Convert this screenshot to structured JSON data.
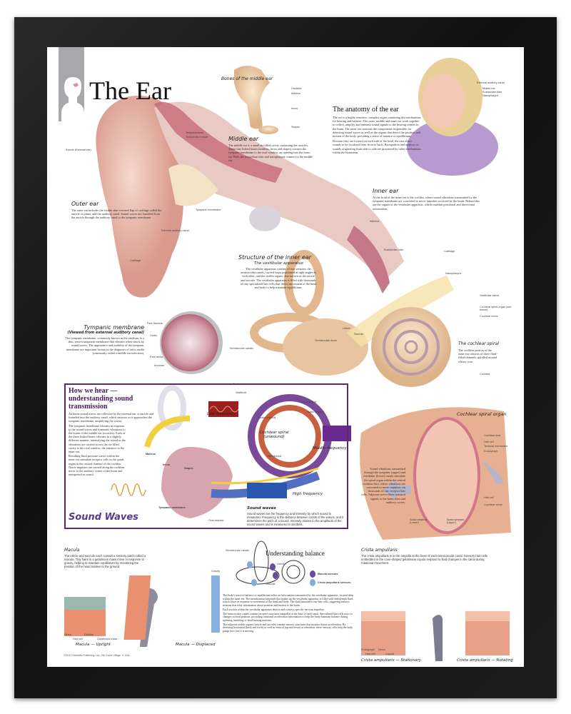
{
  "title": "The Ear",
  "bones": {
    "heading": "Bones of the middle ear",
    "labels": [
      "Ossicles",
      "Malleus",
      "Incus",
      "Stapes"
    ]
  },
  "middle_ear": {
    "heading": "Middle ear",
    "text": "The middle ear is a small air-filled cavity containing the ossicles. These tiny linked bones (malleus, incus and stapes) connect the tympanic membrane to the oval window, an opening into the inner ear. Both the eustachian tube and nasopharynx connect to the middle ear."
  },
  "anatomy": {
    "heading": "The anatomy of the ear",
    "text1": "The ear is a highly sensitive, complex organ containing the mechanisms for hearing and balance. The outer, middle and inner ear work together to collect, amplify and transmit sound signals to the hearing centers in the brain. The inner ear contains the components responsible for detecting sound waves as well as the organs that detect the position and motion of the body, providing a sense of balance or equilibrium.",
    "text2": "Because they are located on each side of the head, the ears allow sounds to be localized from front to back. Recognition and analysis of sounds originating from side to side are processed by other mechanisms within the brainstem.",
    "labels": [
      "External auditory canal",
      "Middle ear",
      "Eustachian tube",
      "Nasopharynx"
    ]
  },
  "ear_labels": {
    "temporal_bone": "Temporal bone",
    "temporal_muscle": "Temporalis muscle",
    "auricle": "Auricle (External ear)",
    "ext_canal": "External auditory canal",
    "tympanic": "Tympanic membrane",
    "cartilage": "Cartilage",
    "cartilage2": "Cartilage",
    "nasopharynx": "Nasopharynx",
    "eustachian": "Eustachian tube",
    "isthmus": "Isthmus"
  },
  "outer_ear": {
    "heading": "Outer ear",
    "text": "The outer ear includes the visible skin-covered flap of cartilage called the auricle or pinna, and the auditory canal. Sound waves are funneled from the auricle through the auditory canal to the tympanic membrane."
  },
  "inner_ear": {
    "heading": "Inner ear",
    "text": "At the front of the inner ear is the cochlea, where sound vibrations transmitted by the tympanic membrane are converted to nerve impulses received by the brain. Behind this are the organs of the vestibular apparatus, which transmit positional and directional information."
  },
  "structure": {
    "heading": "Structure of the inner ear",
    "subheading": "The vestibular apparatus",
    "text": "The vestibular apparatus consists of two sections: the semicircular canals, curved loops positioned at right angles to each other, and the otolith organs, also known as the utricle and saccule. The vestibular apparatus is filled with thousands of tiny specialized hair cells that detect movement of the head and body to help maintain equilibrium.",
    "labels": [
      "Semicircular ducts",
      "Utricle",
      "Saccule",
      "Semicircular canals",
      "Oval window",
      "Vestibule",
      "Vestibular nerve",
      "Cochlear spiral organ (see below)",
      "Cochlear nerve",
      "Cochlea"
    ]
  },
  "cochlear_spiral": {
    "heading": "The cochlear spiral",
    "text": "The cochlear portion of the inner ear consists of three fluid-filled channels spiralled around a bony core."
  },
  "tympanic": {
    "heading": "Tympanic membrane",
    "subheading": "(Viewed from external auditory canal)",
    "text": "The tympanic membrane, commonly known as the eardrum, is a thin, semi-transparent membrane that vibrates when struck by sound waves. The appearance and mobility of the tympanic membrane are important factors in the diagnosis of otitis media (commonly called a middle ear infection).",
    "labels": [
      "Pars flaccida",
      "Umbo",
      "Pars tensa",
      "Annulus"
    ]
  },
  "how_we_hear": {
    "heading": "How we hear — understanding sound transmission",
    "p1": "Airborne sound waves are collected by the external ear or auricle and funneled into the auditory canal, which narrows as it approaches the tympanic membrane, amplifying the waves.",
    "p2": "The tympanic membrane vibrates in response to the sound waves and transmits vibrations to the bones of the middle ear (ossicles). Each of the three linked bones vibrates in a slightly different manner, intensifying the sound as the vibrations are carried across the air-filled cavity to the oval window, the entrance to the inner ear.",
    "p3": "Resulting fluid pressure waves within the inner ear stimulate receptor cells in the spiral organ in the central channel of the cochlea. Nerve impulses are carried along the cochlear nerve to the auditory center of the brain and interpreted as sound.",
    "sound_waves": "Sound Waves",
    "labels": [
      "Malleus",
      "Incus",
      "Stapes",
      "Tympanic membrane",
      "Oval window",
      "Cochlear duct",
      "Scala tympani",
      "Scala vestibuli",
      "Helicotrema"
    ],
    "low": "Low frequency",
    "middle": "Middle frequency",
    "high": "High frequency",
    "cochlear": "Cochlear spiral (unwound)",
    "sw_heading": "Sound waves",
    "sw_text": "Sound waves are the frequency and intensity by which sound is measured. Frequency is the distance between crests of the waves, and it determines the pitch of a sound. Intensity relates to the amplitude of the sound waves and is measured in decibels."
  },
  "organ": {
    "heading": "Cochlear spiral organ",
    "text": "Sound vibrations transmitted through the tympanic (upper) and vestibular (lower) canals stimulate the spiral organ within the central cochlear duct, where vibrations are converted to nerve impulses via thousands of tiny receptor hair cells. Adjacent nerve fibers transmit signals to the brain stem and auditory cortex.",
    "labels": [
      "Cochlear duct",
      "Hair cell",
      "Tectorial membrane",
      "Endolymph",
      "Hair cell",
      "Cochlear nerve",
      "Scala vestibuli (Lower)",
      "Scala tympani (Upper)"
    ]
  },
  "macula": {
    "heading": "Macula",
    "text": "The utricle and saccule each contain a sensory patch called a macula. Tiny hairs in a gelatinous mass move in response to gravity, helping to maintain equilibrium by monitoring the position of the head relative to the ground.",
    "cap1": "Macula — Upright",
    "cap2": "Macula — Displaced",
    "labels": [
      "Nerve",
      "Hair cell",
      "Otoliths",
      "Gelatinous mass",
      "Gravity"
    ]
  },
  "balance": {
    "heading": "Understanding balance",
    "labels": [
      "Semicircular canals",
      "Utricle",
      "Saccule"
    ],
    "legend_macula": "Macula sensors",
    "legend_crista": "Crista ampullaris sensors",
    "p1": "The body's sense of balance or equilibrium relies on information transmitted by the vestibular apparatus, located deep within the inner ear. The membranous labyrinth that makes up the vestibular apparatus is filled with endolymph fluid, which flows in response to movement of the head and body. The fluid stimulates tiny hair cells, triggering sensory neurons that relay information about position and motion to the brain.",
    "p2": "Each section within the vestibular apparatus detects and conveys specific nervous impulses.",
    "p3": "The semicircular canals contain receptor structures (ampulla) at the base of each canal. Specialized hair cells react to changes in head position, providing rotational acceleration information to help the body maintain balance during spinning, tumbling or head-turning motions.",
    "p4": "The adjacent otolith organs (utricle and saccule) contain sensory structures that monitor linear acceleration. By detecting horizontal (back and forth) as well as vertical (up and down) acceleration, these sensory cells help the body gauge how fast it is moving."
  },
  "crista": {
    "heading": "Crista ampullaris",
    "text": "The crista ampullaris is in the ampulla at the base of each semicircular canal. Sensory hair cells embedded in the cone-shaped gelatinous cupula respond to fluid changes in the canal during rotational movement.",
    "cap1": "Crista ampullaris — Stationary",
    "cap2": "Crista ampullaris — Rotating",
    "labels": [
      "Endolymph",
      "Nerve",
      "Hair cell",
      "Cupula"
    ]
  },
  "copyright": "©2017 Scientific Publishing, Ltd., Elk Grove Village, IL USA",
  "colors": {
    "frame": "#1a1a1a",
    "accent": "#5a2a6e",
    "skin": "#e8b8a8",
    "bone": "#f0d4b0"
  }
}
